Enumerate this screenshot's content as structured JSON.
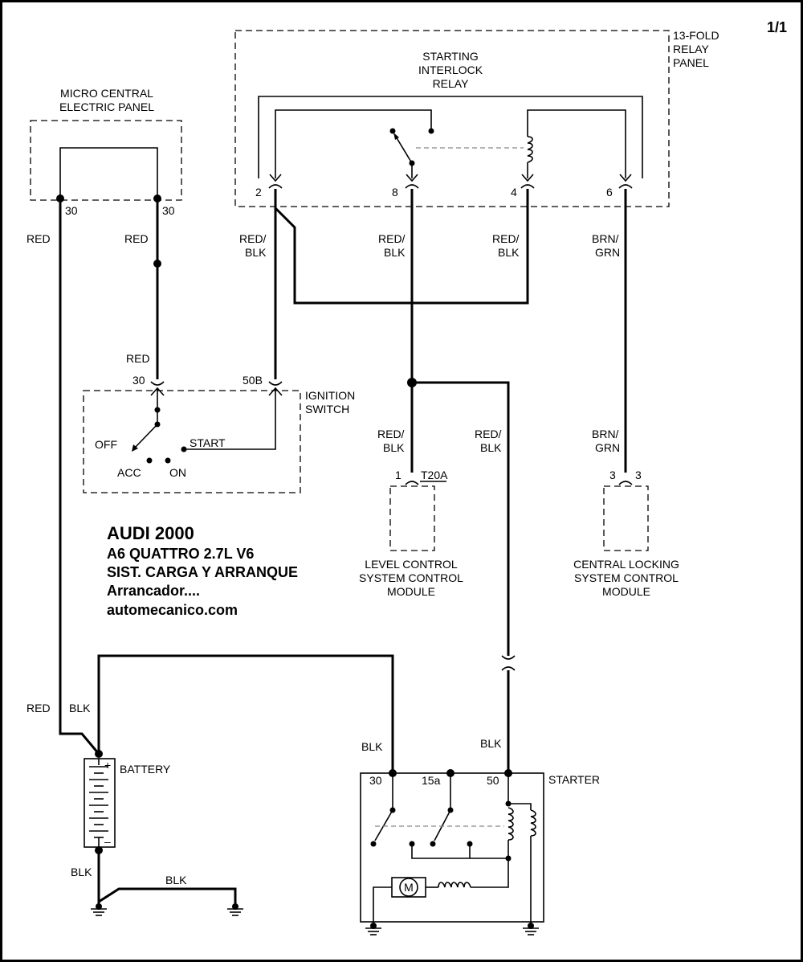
{
  "page": {
    "number": "1/1"
  },
  "title": {
    "line1": "AUDI  2000",
    "line2": "A6 QUATTRO  2.7L  V6",
    "line3": "SIST. CARGA Y ARRANQUE",
    "line4": "Arrancador....",
    "line5": "automecanico.com"
  },
  "relay_panel": {
    "label_line1": "13-FOLD",
    "label_line2": "RELAY",
    "label_line3": "PANEL",
    "relay_line1": "STARTING",
    "relay_line2": "INTERLOCK",
    "relay_line3": "RELAY",
    "pins": [
      "2",
      "8",
      "4",
      "6"
    ]
  },
  "micro_panel": {
    "label_line1": "MICRO CENTRAL",
    "label_line2": "ELECTRIC PANEL",
    "pin_left": "30",
    "pin_right": "30"
  },
  "ignition_switch": {
    "label_line1": "IGNITION",
    "label_line2": "SWITCH",
    "pin_30": "30",
    "pin_50b": "50B",
    "pos_off": "OFF",
    "pos_acc": "ACC",
    "pos_on": "ON",
    "pos_start": "START"
  },
  "level_control": {
    "label_line1": "LEVEL CONTROL",
    "label_line2": "SYSTEM CONTROL",
    "label_line3": "MODULE",
    "pin": "1",
    "connector": "T20A"
  },
  "central_locking": {
    "label_line1": "CENTRAL LOCKING",
    "label_line2": "SYSTEM CONTROL",
    "label_line3": "MODULE",
    "pin_left": "3",
    "pin_right": "3"
  },
  "battery": {
    "label": "BATTERY",
    "plus": "+",
    "minus": "–"
  },
  "starter": {
    "label": "STARTER",
    "pin_30": "30",
    "pin_15a": "15a",
    "pin_50": "50",
    "motor": "M"
  },
  "wire_labels": {
    "red": "RED",
    "red_blk_1": "RED/",
    "red_blk_2": "BLK",
    "brn_grn_1": "BRN/",
    "brn_grn_2": "GRN",
    "blk": "BLK"
  }
}
